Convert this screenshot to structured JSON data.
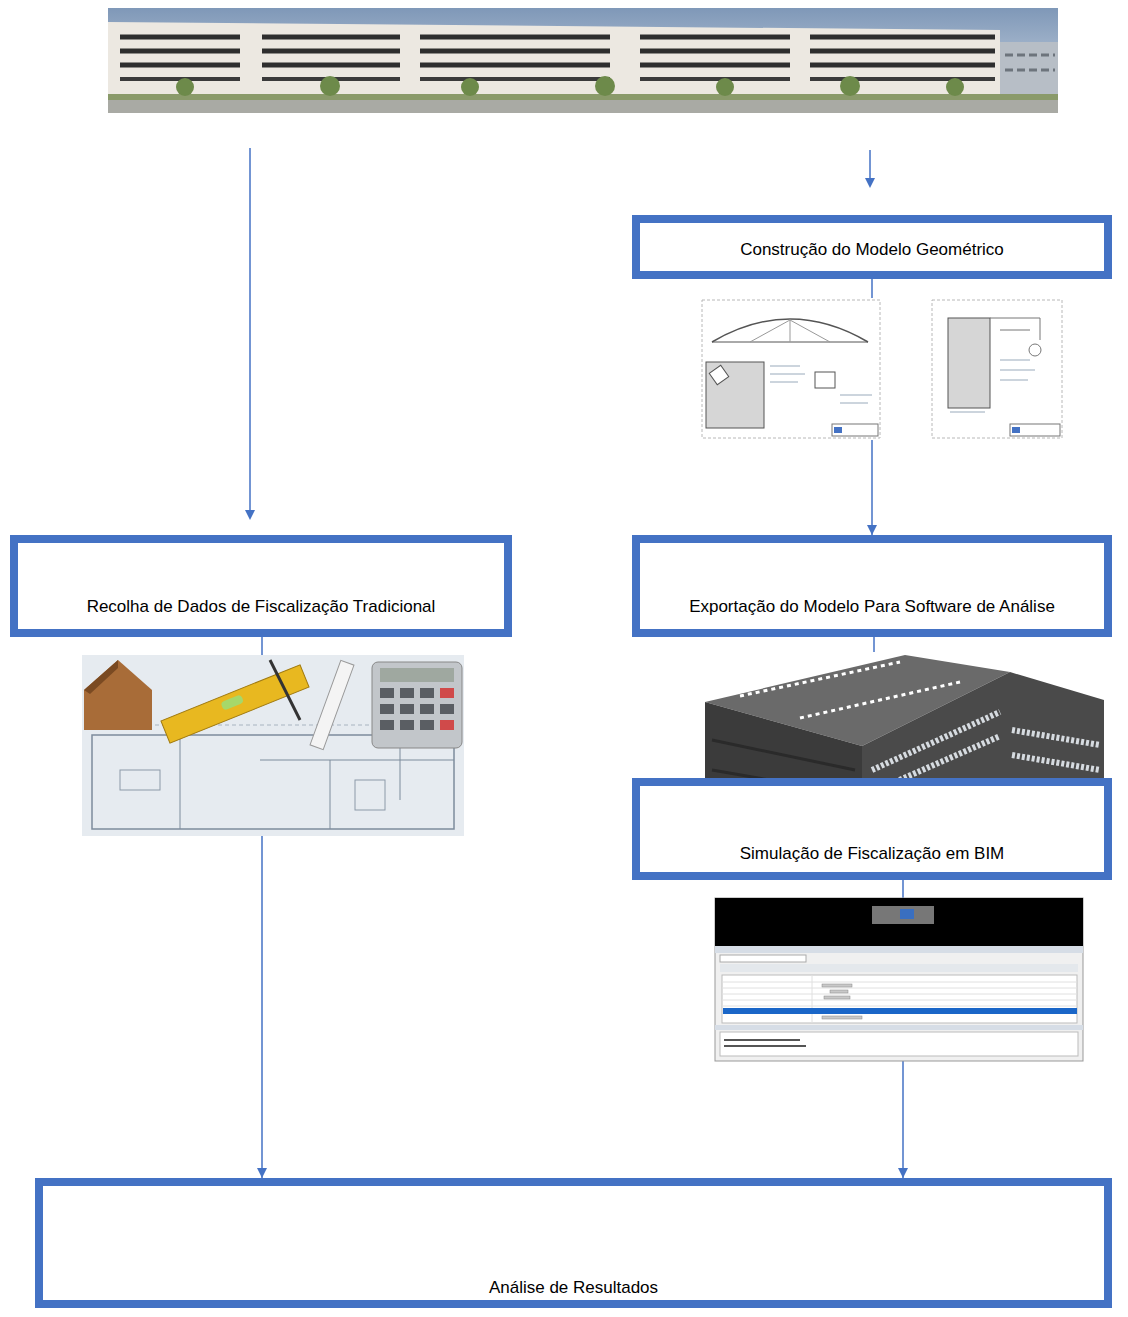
{
  "diagram": {
    "nodes": [
      {
        "text": [
          "Construção do Modelo Geométrico"
        ]
      },
      {
        "text": [
          "Recolha de Dados de Fiscalização Tradicional"
        ]
      },
      {
        "text": [
          "Exportação do Modelo Para Software de Análise"
        ]
      },
      {
        "text": [
          "Simulação de Fiscalização em BIM"
        ]
      },
      {
        "text": [
          "Análise de Resultados"
        ]
      }
    ],
    "edges": [
      {
        "from": 0,
        "to": 2,
        "arrow": "to"
      },
      {
        "from": 1,
        "to": 4,
        "arrow": "to"
      },
      {
        "from": 2,
        "to": 3,
        "arrow": "to"
      },
      {
        "from": 3,
        "to": 4,
        "arrow": "to"
      }
    ]
  }
}
